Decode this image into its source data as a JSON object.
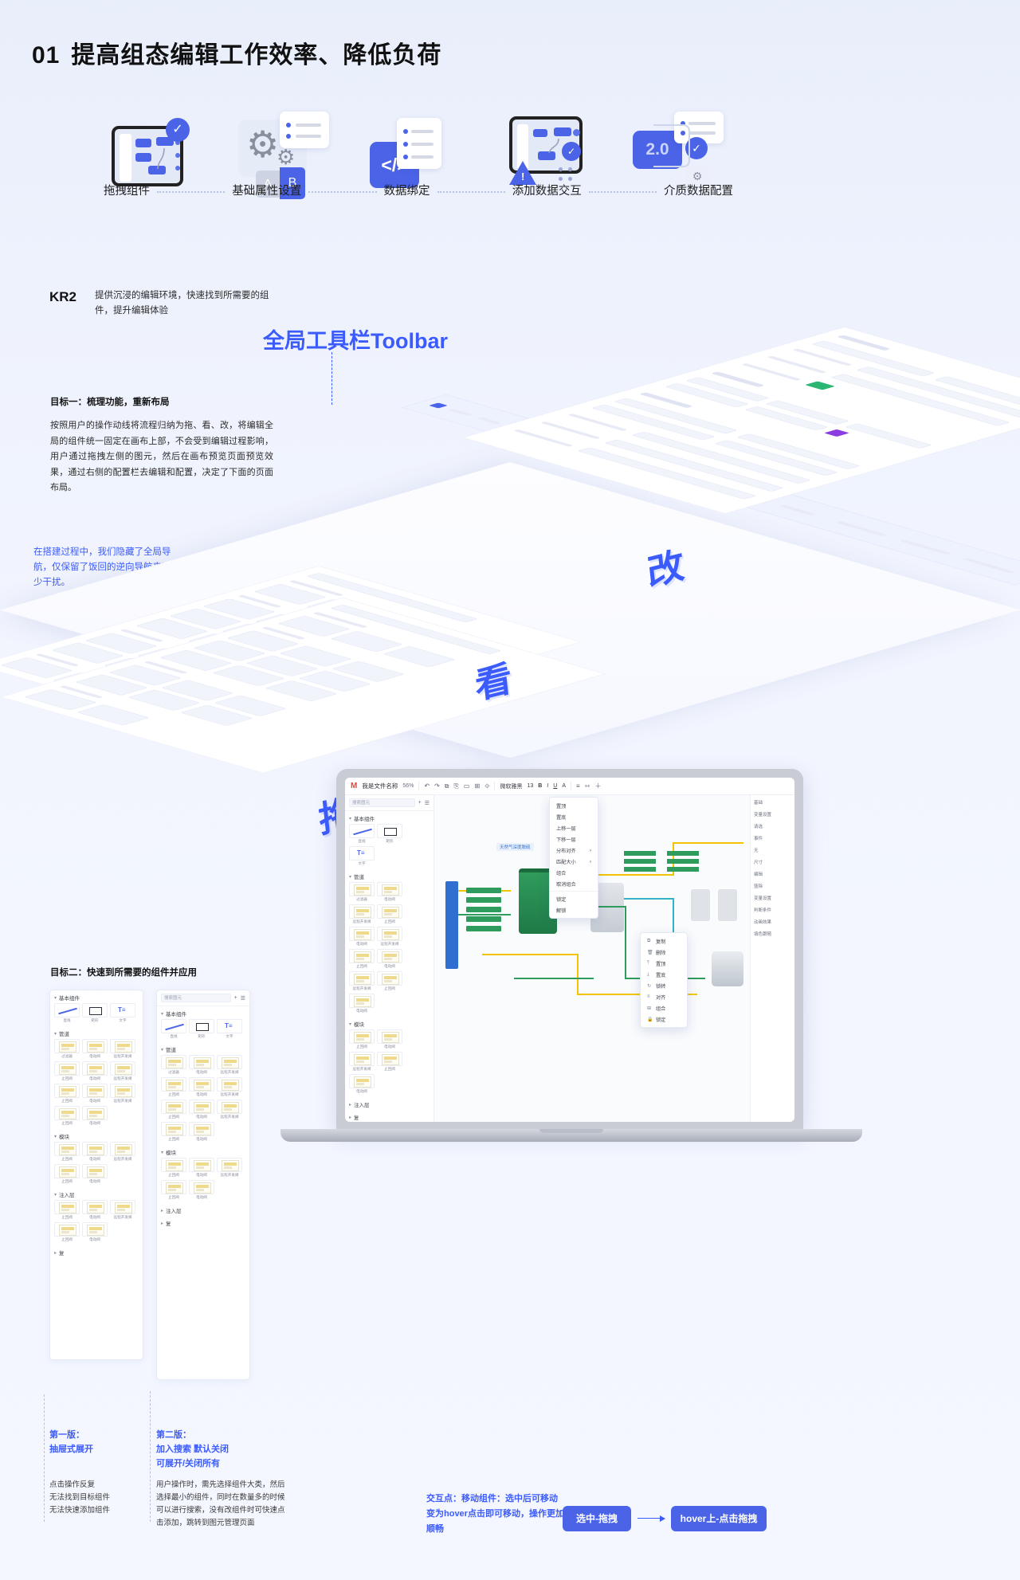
{
  "slide": {
    "number": "01",
    "title": "提高组态编辑工作效率、降低负荷"
  },
  "flow": {
    "steps": [
      {
        "label": "拖拽组件",
        "icon": "device-check-icon"
      },
      {
        "label": "基础属性设置",
        "icon": "gears-list-ab-icon"
      },
      {
        "label": "数据绑定",
        "icon": "code-list-icon"
      },
      {
        "label": "添加数据交互",
        "icon": "monitor-warning-icon"
      },
      {
        "label": "介质数据配置",
        "icon": "version-badge-icon"
      }
    ],
    "badge_version": "2.0",
    "ab_a": "A",
    "ab_b": "B",
    "code_glyph": "</>",
    "check_glyph": "✓",
    "warn_glyph": "!"
  },
  "kr": {
    "label": "KR2",
    "description": "提供沉浸的编辑环境，快速找到所需要的组件，提升编辑体验"
  },
  "goal1": {
    "title": "目标一：梳理功能，重新布局",
    "body": "按照用户的操作动线将流程归纳为拖、看、改，将编辑全局的组件统一固定在画布上部，不会受到编辑过程影响，用户通过拖拽左侧的图元，然后在画布预览页面预览效果，通过右侧的配置栏去编辑和配置，决定了下面的页面布局。"
  },
  "annotations": {
    "nav_note": "在搭建过程中，我们隐藏了全局导航，仅保留了饭回的逆向导航来减少干扰。",
    "toolbar_callout": "全局工具栏Toolbar",
    "stamps": [
      "拖",
      "看",
      "改"
    ]
  },
  "goal2": {
    "title": "目标二：快速到所需要的组件并应用"
  },
  "palette": {
    "search_placeholder": "搜索图元",
    "add_icon": "+",
    "list_icon": "☰",
    "sections": [
      {
        "name": "基本组件",
        "open": true,
        "items": [
          {
            "label": "直线",
            "shape": "line"
          },
          {
            "label": "矩形",
            "shape": "rect"
          },
          {
            "label": "文字",
            "shape": "text"
          }
        ]
      },
      {
        "name": "管道",
        "open": true,
        "items": [
          {
            "label": "过滤器",
            "shape": "valve"
          },
          {
            "label": "电动阀",
            "shape": "valve"
          },
          {
            "label": "远程开发阀",
            "shape": "valve"
          },
          {
            "label": "止回阀",
            "shape": "valve"
          },
          {
            "label": "电动阀",
            "shape": "valve"
          },
          {
            "label": "远程开发阀",
            "shape": "valve"
          },
          {
            "label": "止回阀",
            "shape": "valve"
          },
          {
            "label": "电动阀",
            "shape": "valve"
          },
          {
            "label": "远程开发阀",
            "shape": "valve"
          },
          {
            "label": "止回阀",
            "shape": "valve"
          },
          {
            "label": "电动阀",
            "shape": "valve"
          }
        ]
      },
      {
        "name": "模块",
        "open": true,
        "items": [
          {
            "label": "止回阀",
            "shape": "valve"
          },
          {
            "label": "电动阀",
            "shape": "valve"
          },
          {
            "label": "远程开发阀",
            "shape": "valve"
          },
          {
            "label": "止回阀",
            "shape": "valve"
          },
          {
            "label": "电动阀",
            "shape": "valve"
          }
        ]
      },
      {
        "name": "注入层",
        "open": true,
        "items": [
          {
            "label": "止回阀",
            "shape": "valve"
          },
          {
            "label": "电动阀",
            "shape": "valve"
          },
          {
            "label": "远程开发阀",
            "shape": "valve"
          },
          {
            "label": "止回阀",
            "shape": "valve"
          },
          {
            "label": "电动阀",
            "shape": "valve"
          }
        ]
      },
      {
        "name": "复",
        "open": false,
        "items": []
      }
    ]
  },
  "versions": [
    {
      "caption": "第一版：\n抽屉式展开",
      "caption_line1": "第一版：",
      "caption_line2": "抽屉式展开",
      "notes": "点击操作反复\n无法找到目标组件\n无法快速添加组件"
    },
    {
      "caption_line1": "第二版：",
      "caption_line2": "加入搜索 默认关闭",
      "caption_line3": "可展开/关闭所有",
      "notes": "用户操作时，需先选择组件大类，然后选择最小的组件，同时在数量多的时候可以进行搜索，没有改组件时可快速点击添加，跳转到图元管理页面"
    }
  ],
  "editor": {
    "logo": "M",
    "file_name": "我是文件名称",
    "zoom": "56%",
    "font_family": "微软雅黑",
    "font_size": "13",
    "search_placeholder": "搜索图元",
    "toolbar_icons": [
      "undo-icon",
      "redo-icon",
      "copy-icon",
      "paste-icon",
      "frame-icon",
      "group-icon",
      "link-icon",
      "align-icon",
      "distribute-icon",
      "zoom-icon"
    ],
    "text_buttons": [
      "B",
      "I",
      "U",
      "A"
    ],
    "canvas_title": "天然气深度脱硫",
    "menu_primary": [
      {
        "label": "置顶"
      },
      {
        "label": "置底"
      },
      {
        "label": "上移一层"
      },
      {
        "label": "下移一层"
      },
      {
        "label": "分布对齐",
        "submenu": true
      },
      {
        "label": "匹配大小",
        "submenu": true
      },
      {
        "label": "组合"
      },
      {
        "label": "取消组合"
      },
      {
        "label": "锁定"
      },
      {
        "label": "解锁"
      }
    ],
    "menu_secondary": [
      {
        "label": "复制",
        "icon": "copy-icon"
      },
      {
        "label": "删除",
        "icon": "trash-icon"
      },
      {
        "label": "置顶",
        "icon": "top-icon"
      },
      {
        "label": "置底",
        "icon": "bottom-icon"
      },
      {
        "label": "锁转",
        "icon": "rotate-icon"
      },
      {
        "label": "对齐",
        "icon": "align-icon"
      },
      {
        "label": "组合",
        "icon": "group-icon"
      },
      {
        "label": "锁定",
        "icon": "lock-icon"
      }
    ],
    "right_panel": [
      {
        "label": "基础"
      },
      {
        "label": "变量设置"
      },
      {
        "label": "请选"
      },
      {
        "label": "事件"
      },
      {
        "label": "无"
      },
      {
        "label": "尺寸"
      },
      {
        "label": "编辑"
      },
      {
        "label": "篮除"
      },
      {
        "label": "变量设置"
      },
      {
        "label": "判断条件"
      },
      {
        "label": "动画效果"
      },
      {
        "label": "填色跟随"
      }
    ]
  },
  "interaction": {
    "note": "交互点：移动组件：选中后可移动变为hover点击即可移动，操作更加顺畅",
    "before_button": "选中-拖拽",
    "after_button": "hover上-点击拖拽",
    "arrow": "→"
  },
  "colors": {
    "accent": "#4a63e7",
    "annotation": "#3b5bfd",
    "background": "#eef2fd",
    "text": "#1a1a1a"
  }
}
